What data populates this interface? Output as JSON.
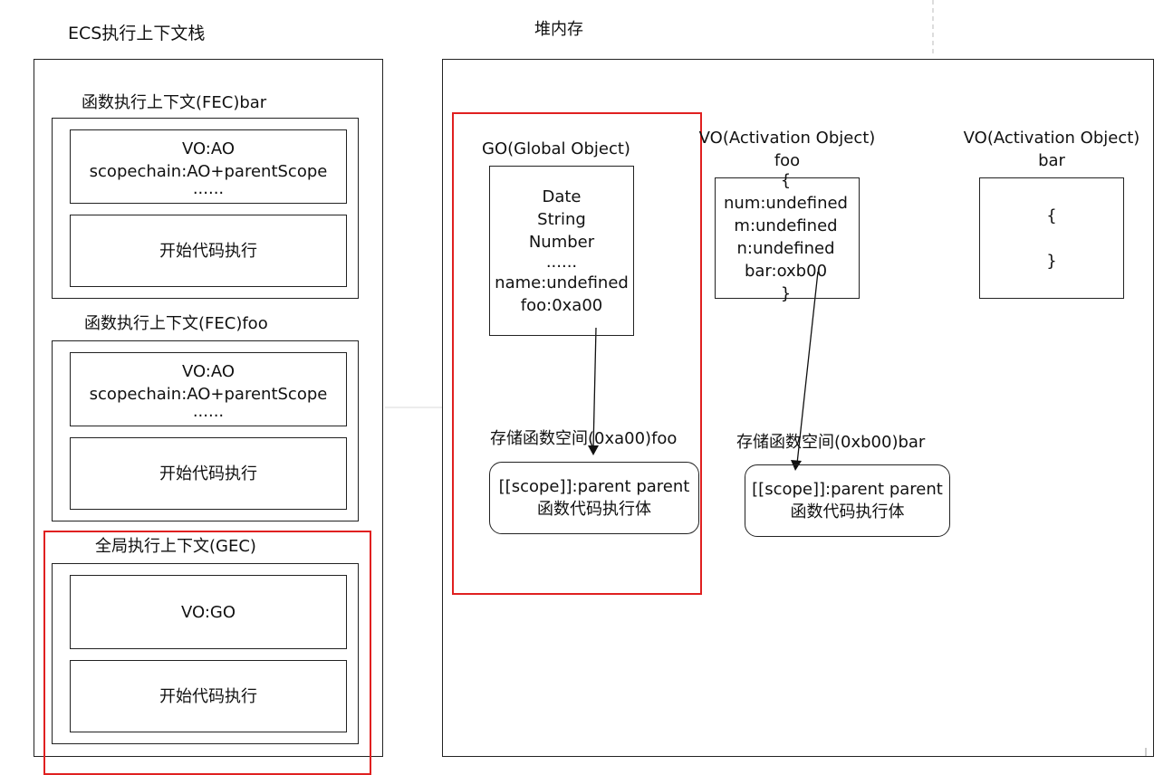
{
  "stack": {
    "title": "ECS执行上下文栈",
    "fec_bar": {
      "title": "函数执行上下文(FEC)bar",
      "info": [
        "VO:AO",
        "scopechain:AO+parentScope",
        "......"
      ],
      "exec": "开始代码执行"
    },
    "fec_foo": {
      "title": "函数执行上下文(FEC)foo",
      "info": [
        "VO:AO",
        "scopechain:AO+parentScope",
        "......"
      ],
      "exec": "开始代码执行"
    },
    "gec": {
      "title": "全局执行上下文(GEC)",
      "vo": "VO:GO",
      "exec": "开始代码执行"
    }
  },
  "heap": {
    "title": "堆内存",
    "go": {
      "title": "GO(Global Object)",
      "lines": [
        "Date",
        "String",
        "Number",
        "......",
        "name:undefined",
        "foo:0xa00"
      ]
    },
    "vo_foo": {
      "title": [
        "VO(Activation Object)",
        "foo"
      ],
      "lines": [
        "{",
        "num:undefined",
        "m:undefined",
        "n:undefined",
        "bar:oxb00",
        "}"
      ]
    },
    "vo_bar": {
      "title": [
        "VO(Activation Object)",
        "bar"
      ],
      "lines": [
        "{",
        "",
        "}"
      ]
    },
    "func_foo": {
      "title": "存储函数空间(0xa00)foo",
      "lines": [
        "[[scope]]:parent parent",
        "函数代码执行体"
      ]
    },
    "func_bar": {
      "title": "存储函数空间(0xb00)bar",
      "lines": [
        "[[scope]]:parent parent",
        "函数代码执行体"
      ]
    }
  }
}
